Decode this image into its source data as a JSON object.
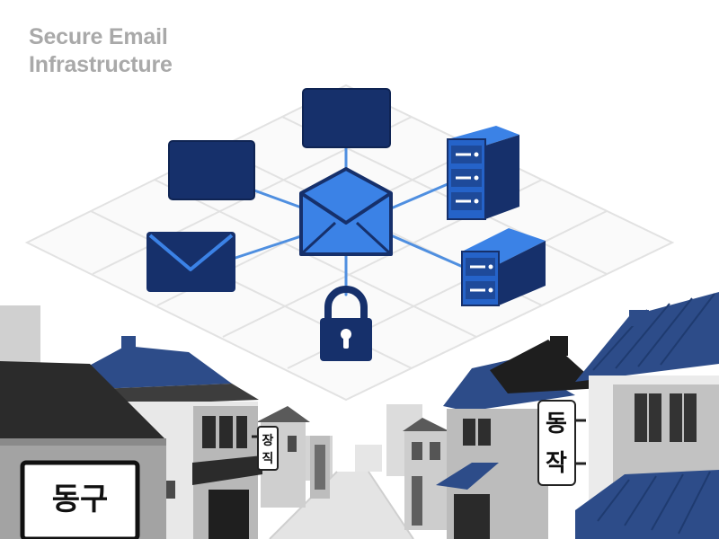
{
  "title": {
    "line1": "Secure Email",
    "line2": "Infrastructure"
  },
  "street_signs": {
    "left_large": "동구",
    "left_small_top": "장",
    "left_small_bottom": "직",
    "right_top": "동",
    "right_bottom": "작"
  },
  "colors": {
    "navy": "#16306b",
    "accent_blue": "#3b82e6",
    "connector_blue": "#4f8fe0",
    "grid_line": "#e2e2e2",
    "title_gray": "#a9a9a9",
    "roof_blue": "#2d4c89"
  },
  "icons": [
    "envelope-icon",
    "mail-window-icon",
    "server-icon",
    "padlock-icon"
  ]
}
